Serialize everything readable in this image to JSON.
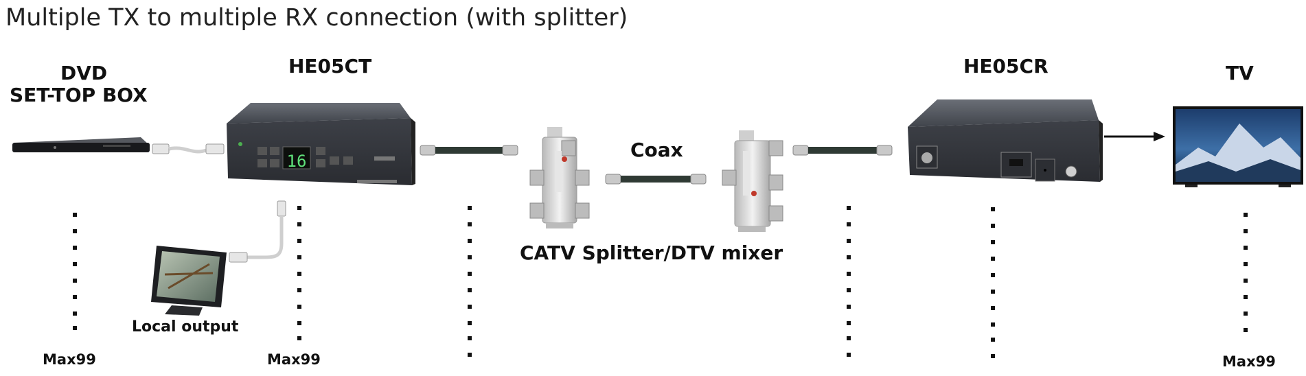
{
  "title": "Multiple TX to multiple RX connection (with splitter)",
  "labels": {
    "dvd_line1": "DVD",
    "dvd_line2": "SET-TOP BOX",
    "tx_model": "HE05CT",
    "rx_model": "HE05CR",
    "tv": "TV",
    "coax": "Coax",
    "splitter": "CATV Splitter/DTV mixer",
    "local_output": "Local output",
    "max_dvd": "Max99",
    "max_tx": "Max99",
    "max_tv": "Max99"
  },
  "tx_display": "16",
  "colors": {
    "device_body": "#3a3d43",
    "display_green": "#5fe07a",
    "cable": "#2f3a34",
    "splitter_metal": "#d9d9d9"
  }
}
